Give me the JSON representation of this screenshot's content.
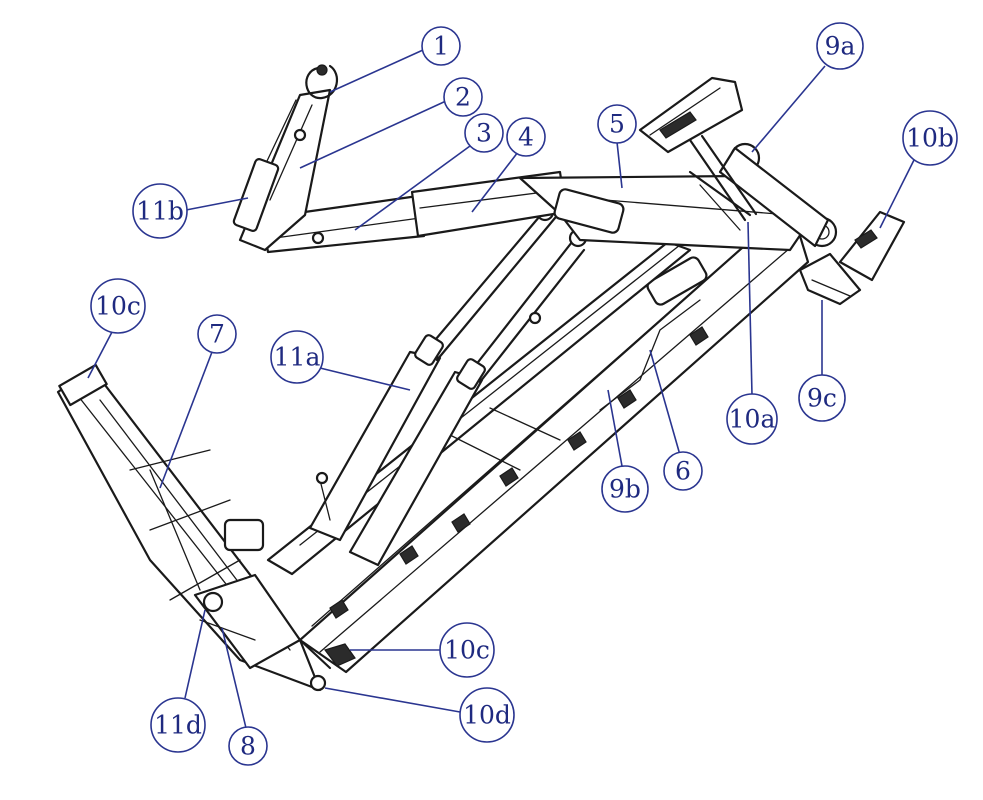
{
  "callouts": [
    {
      "id": "1",
      "label": "1"
    },
    {
      "id": "2",
      "label": "2"
    },
    {
      "id": "3",
      "label": "3"
    },
    {
      "id": "4",
      "label": "4"
    },
    {
      "id": "5",
      "label": "5"
    },
    {
      "id": "6",
      "label": "6"
    },
    {
      "id": "7",
      "label": "7"
    },
    {
      "id": "8",
      "label": "8"
    },
    {
      "id": "9a",
      "label": "9a"
    },
    {
      "id": "9b",
      "label": "9b"
    },
    {
      "id": "9c",
      "label": "9c"
    },
    {
      "id": "10a",
      "label": "10a"
    },
    {
      "id": "10b",
      "label": "10b"
    },
    {
      "id": "10c-top",
      "label": "10c"
    },
    {
      "id": "10c-bottom",
      "label": "10c"
    },
    {
      "id": "10d",
      "label": "10d"
    },
    {
      "id": "11a",
      "label": "11a"
    },
    {
      "id": "11b",
      "label": "11b"
    },
    {
      "id": "11d",
      "label": "11d"
    }
  ],
  "colors": {
    "line_art": "#1a1a1a",
    "callout": "#2a3590",
    "callout_text": "#1f2a80",
    "background": "#ffffff"
  }
}
